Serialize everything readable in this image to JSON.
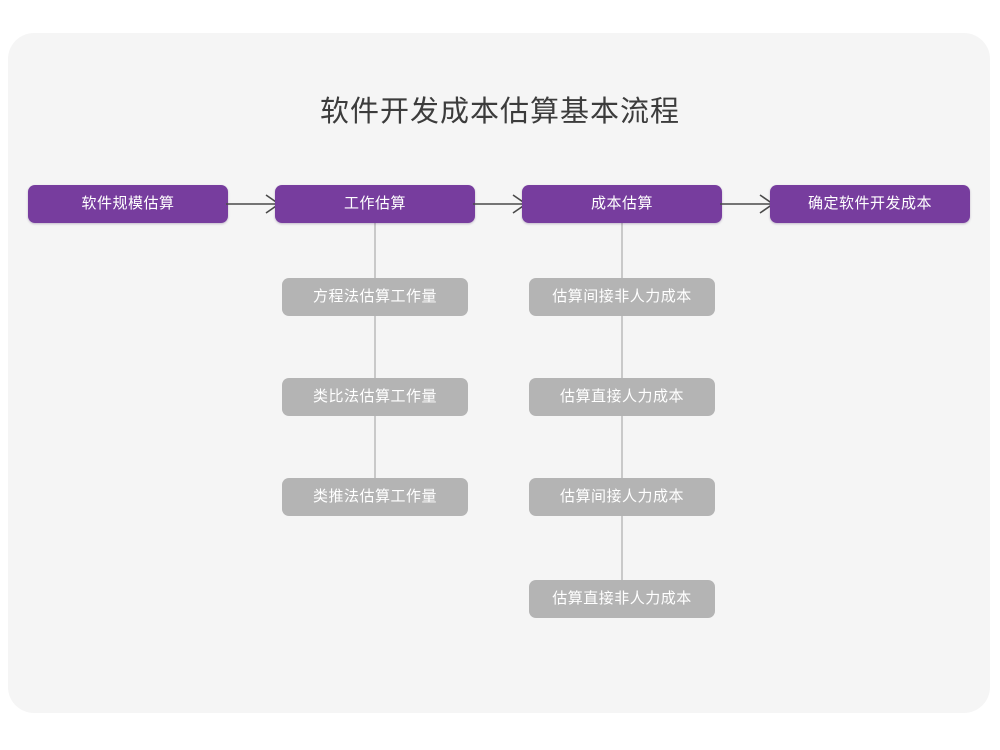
{
  "title": "软件开发成本估算基本流程",
  "colors": {
    "canvas": "#ffffff",
    "card_background": "#f5f5f5",
    "primary_node": "#773d9e",
    "secondary_node": "#b4b4b4",
    "connector_line": "#c9c9c9",
    "arrow": "#4a4a4a",
    "title_text": "#3c3c3c",
    "node_text": "#ffffff"
  },
  "chart_data": {
    "type": "diagram",
    "diagram_type": "flowchart",
    "title": "软件开发成本估算基本流程",
    "orientation": "left-to-right main flow with vertical sub-step branches",
    "stages": [
      {
        "id": "stage-1",
        "label": "软件规模估算",
        "level": "primary",
        "substeps": []
      },
      {
        "id": "stage-2",
        "label": "工作估算",
        "level": "primary",
        "substeps": [
          "方程法估算工作量",
          "类比法估算工作量",
          "类推法估算工作量"
        ]
      },
      {
        "id": "stage-3",
        "label": "成本估算",
        "level": "primary",
        "substeps": [
          "估算间接非人力成本",
          "估算直接人力成本",
          "估算间接人力成本",
          "估算直接非人力成本"
        ]
      },
      {
        "id": "stage-4",
        "label": "确定软件开发成本",
        "level": "primary",
        "substeps": []
      }
    ],
    "connectors": [
      {
        "from": "stage-1",
        "to": "stage-2",
        "style": "arrow-right"
      },
      {
        "from": "stage-2",
        "to": "stage-3",
        "style": "arrow-right"
      },
      {
        "from": "stage-3",
        "to": "stage-4",
        "style": "arrow-right"
      },
      {
        "from": "stage-2",
        "to": "stage-2-substeps",
        "style": "vertical-line"
      },
      {
        "from": "stage-3",
        "to": "stage-3-substeps",
        "style": "vertical-line"
      }
    ]
  },
  "nodes": {
    "stage1": "软件规模估算",
    "stage2": "工作估算",
    "stage3": "成本估算",
    "stage4": "确定软件开发成本",
    "effort": {
      "s1": "方程法估算工作量",
      "s2": "类比法估算工作量",
      "s3": "类推法估算工作量"
    },
    "cost": {
      "s1": "估算间接非人力成本",
      "s2": "估算直接人力成本",
      "s3": "估算间接人力成本",
      "s4": "估算直接非人力成本"
    }
  }
}
